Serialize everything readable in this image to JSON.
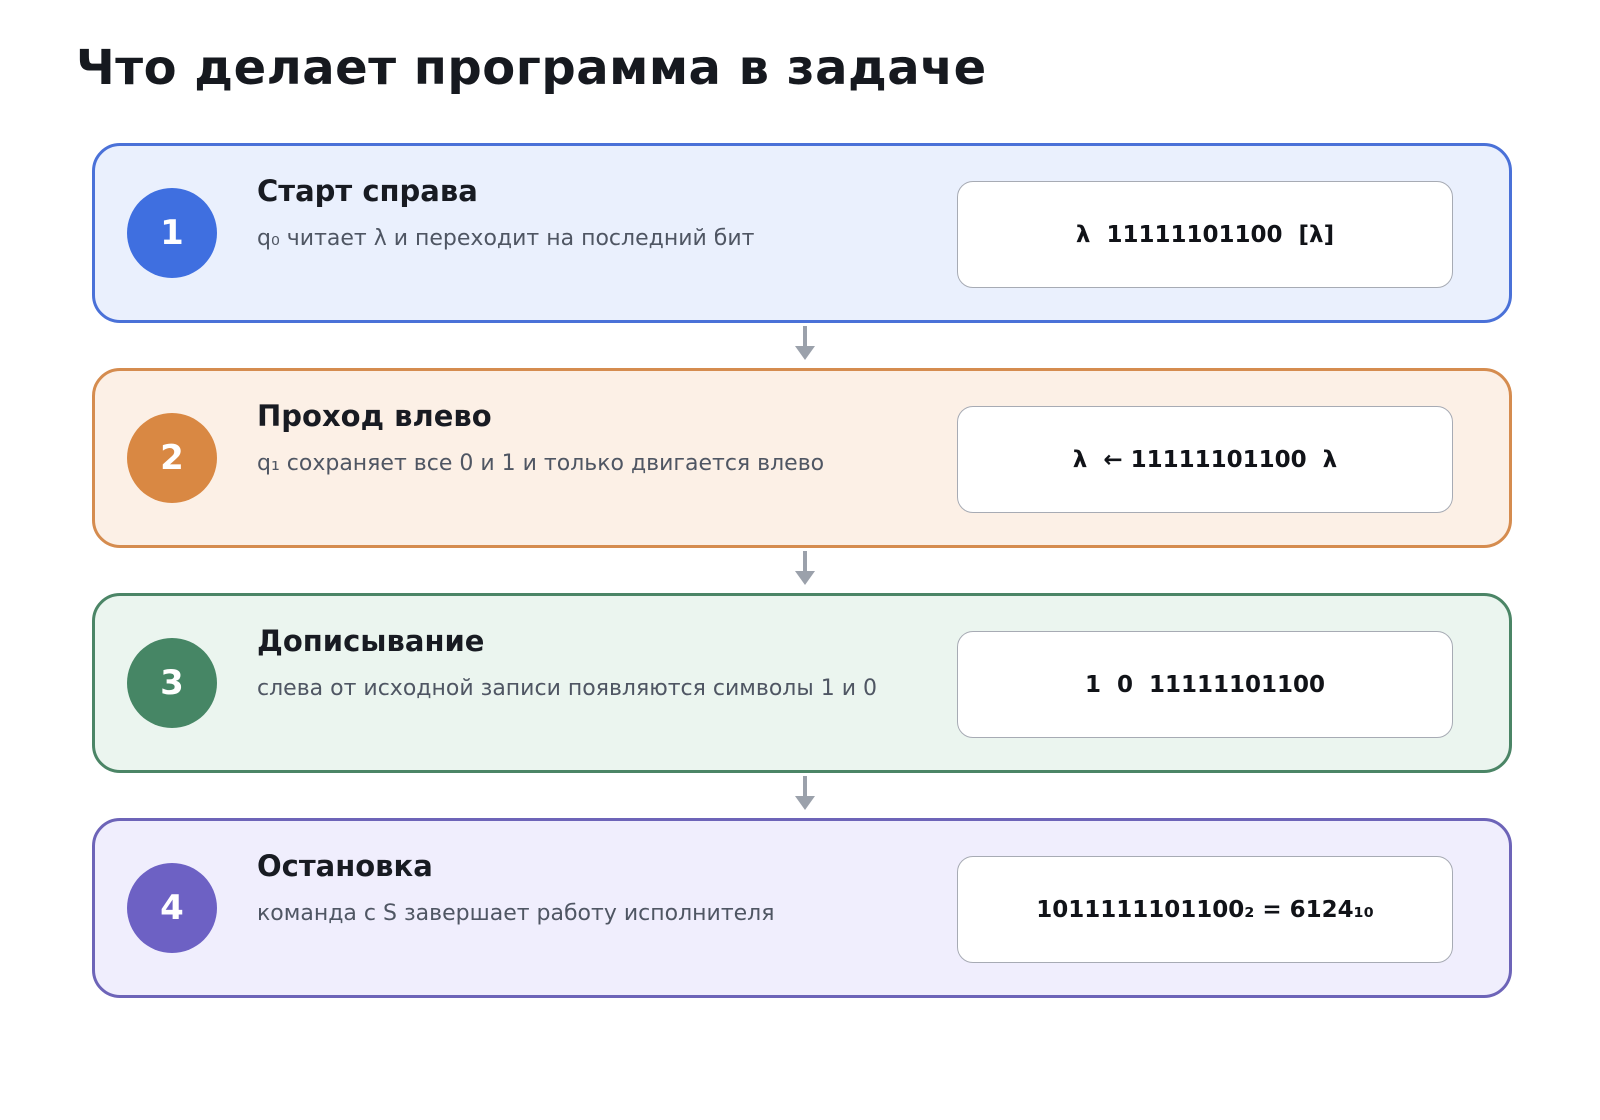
{
  "title": "Что делает программа в задаче",
  "steps": [
    {
      "number": "1",
      "title": "Старт справа",
      "description": "q₀ читает λ и переходит на последний бит",
      "tape": "λ  11111101100  [λ]",
      "colors": {
        "accent": "#3f6fe0",
        "border": "#4a71d8",
        "fill": "#eaf0fd"
      }
    },
    {
      "number": "2",
      "title": "Проход влево",
      "description": "q₁ сохраняет все 0 и 1 и только двигается влево",
      "tape": "λ  ← 11111101100  λ",
      "colors": {
        "accent": "#d98843",
        "border": "#d58c4f",
        "fill": "#fcf0e6"
      }
    },
    {
      "number": "3",
      "title": "Дописывание",
      "description": "слева от исходной записи появляются символы 1 и 0",
      "tape": "1  0  11111101100",
      "colors": {
        "accent": "#468665",
        "border": "#4b8566",
        "fill": "#ebf5ef"
      }
    },
    {
      "number": "4",
      "title": "Остановка",
      "description": "команда с S завершает работу исполнителя",
      "tape": "1011111101100₂ = 6124₁₀",
      "colors": {
        "accent": "#6d61c4",
        "border": "#6d64b8",
        "fill": "#f0eefd"
      }
    }
  ],
  "connector_color": "#9ba1ab"
}
